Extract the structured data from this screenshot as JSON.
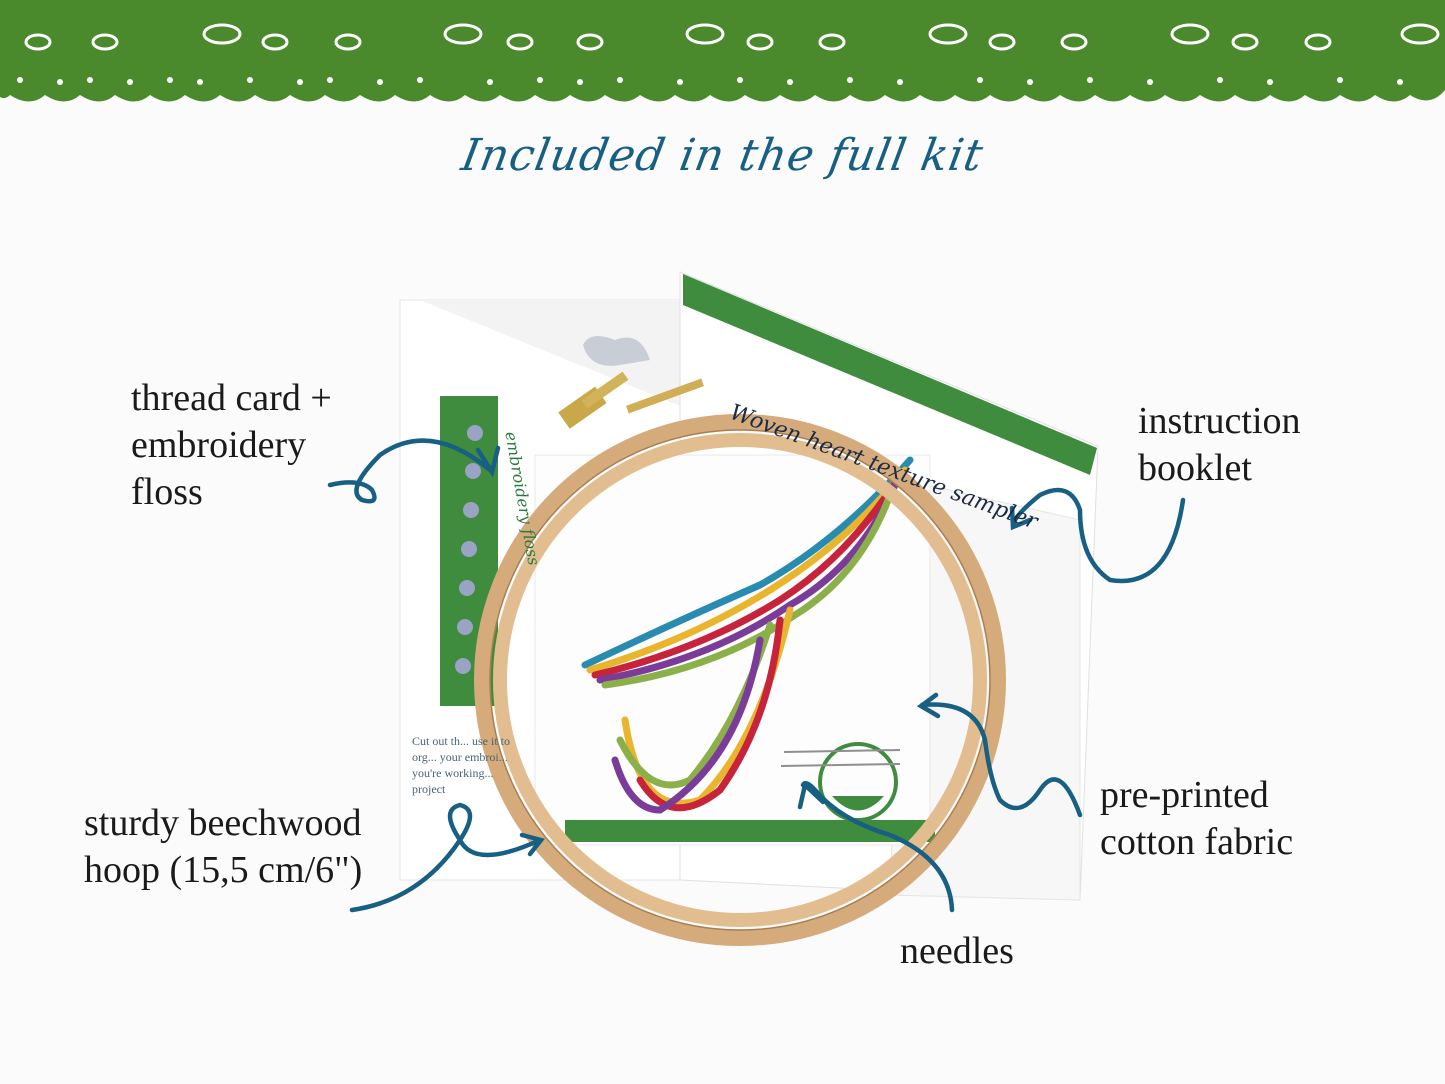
{
  "header": {
    "title": "Included in the full kit",
    "band_color": "#4a8a2c",
    "title_color": "#185f84"
  },
  "labels": {
    "thread_card": "thread card +\nembroidery\nfloss",
    "instruction_booklet": "instruction\nbooklet",
    "hoop": "sturdy beechwood\nhoop (15,5 cm/6\")",
    "fabric": "pre-printed\ncotton fabric",
    "needles": "needles"
  },
  "products": {
    "booklet_title": "Woven heart texture sampler",
    "thread_card_title": "embroidery floss",
    "thread_card_text": "Cut out th... use it to org... your embroi... you're working... project"
  },
  "colors": {
    "arrow": "#185f84",
    "lace_green": "#3f8c3e",
    "hoop_wood": "#d5ab7c",
    "text": "#1a1a1a"
  }
}
